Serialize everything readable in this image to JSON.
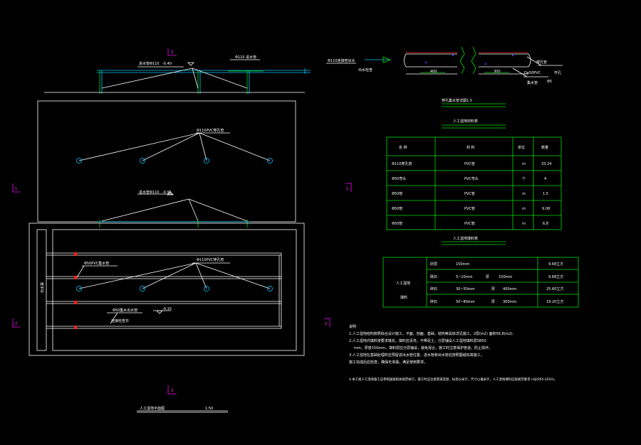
{
  "labels": {
    "pipe_top_left": "进水管Φ110",
    "elev_top": "-0.40",
    "pipe_top_mid": "Φ110 进水管",
    "pipe_top_right": "Φ110连接管出水",
    "distrib_upper": "Φ110PVC穿孔管",
    "pipe_mid_left": "进水管Φ110",
    "elev_mid": "-0.95",
    "collect_pvc": "Φ50PVC集水管",
    "distrib_lower": "Φ110PVC穿孔管",
    "outlet_pipe": "Φ50集水出水管",
    "outlet_pipe2": "连接检查井",
    "elev_low": "-0.15",
    "side_label": "出水渠"
  },
  "section_marks": {
    "top": "3",
    "bottom": "3",
    "left_upper": "1",
    "right_upper": "1",
    "left_lower": "2",
    "right_lower": "2"
  },
  "detail": {
    "left_label": "出水检查",
    "dim_left": "400",
    "dim_right": "300",
    "pipe_note": "De50PVC",
    "pipe_note2": "开孔",
    "dia_symbol": "Φ5",
    "extra_note": "穿孔管",
    "extra_note2": "集水管",
    "caption": "穿孔集水管详图1:5"
  },
  "table1": {
    "title": "人工湿地材料表",
    "headers": [
      "名 称",
      "材 料",
      "单位",
      "数量"
    ],
    "rows": [
      [
        "Φ110穿孔管",
        "PVC管",
        "m",
        "33.24"
      ],
      [
        "Φ50弯头",
        "PVC弯头",
        "个",
        "4"
      ],
      [
        "Φ50管",
        "PVC管",
        "m",
        "1.5"
      ],
      [
        "Φ50管",
        "PVC管",
        "m",
        "9.08"
      ],
      [
        "Φ50管",
        "PVC管",
        "m",
        "6.8"
      ]
    ]
  },
  "table2": {
    "title": "人工湿地填料表",
    "group": "人工湿地",
    "group2": "填料",
    "rows": [
      [
        "砂层",
        "",
        "150mm",
        "",
        "",
        "9.68立方"
      ],
      [
        "砾石",
        "5~10mm",
        "",
        "厚",
        "150mm",
        "9.68立方"
      ],
      [
        "碎石",
        "30~50mm",
        "",
        "厚",
        "400mm",
        "25.60立方"
      ],
      [
        "碎石",
        "50~80mm",
        "",
        "厚",
        "300mm",
        "19.20立方"
      ]
    ]
  },
  "notes": {
    "heading": "说明",
    "lines": [
      "1.人工湿地结构按照综合设计施工，平面、剖面、基础、结构等具体详见施工，2层(m2) 面积56.8(m2).",
      "2.人工湿地内填料按要求填充，填料应清洗，不带泥土，分层铺设人工湿地填料层SB50",
      "mm，厚度150mm，填料层应分层铺设，避免混合，施工时注意保护管道，防止损坏。",
      "3.人工湿地在基础处理时应预留进出水管位置，进水管和出水管应按照图纸标高施工，",
      "施工完成后应检查，确保无渗漏，满足使用要求。",
      "4.本工程人工湿地施工应参照国家相关规范执行，施工时应注意管道连接，标高以米计，尺寸以毫米计，人工湿地填料应按规范要求 (HJ2005-2010)。"
    ]
  },
  "caption_main": "人工湿地平面图",
  "caption_scale": "1:50"
}
